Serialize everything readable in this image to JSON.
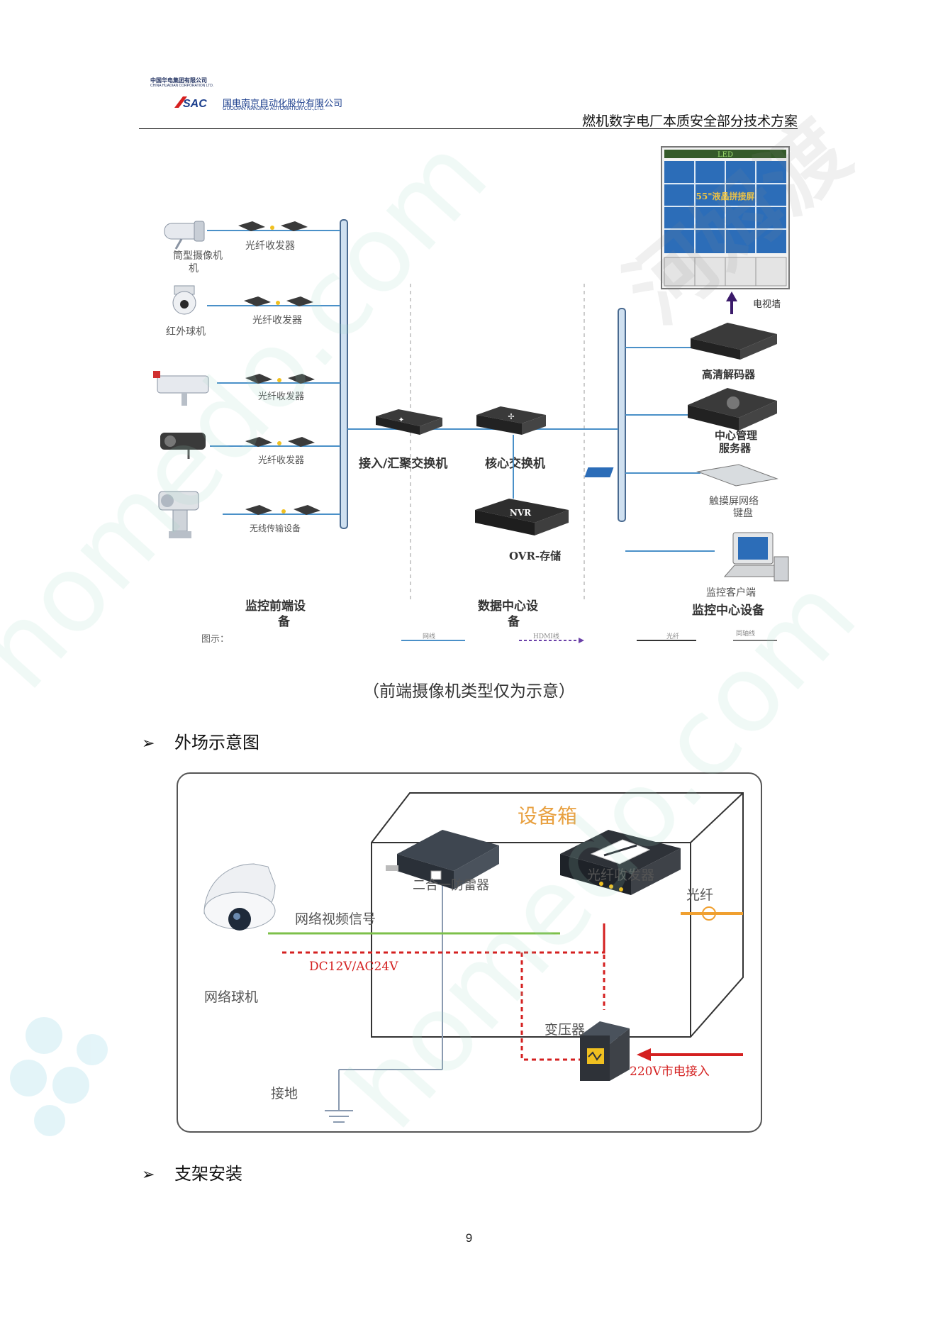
{
  "header": {
    "group_name": "中国华电集团有限公司",
    "group_name_en": "CHINA HUADIAN CORPORATION LTD.",
    "logo_text": "SAC",
    "company_name": "国电南京自动化股份有限公司",
    "company_name_en": "GUODIAN NANJING AUTOMATION CO.,LTD.",
    "doc_title": "燃机数字电厂本质安全部分技术方案"
  },
  "diagram1": {
    "cameras": [
      "筒型摄像机",
      "红外球机"
    ],
    "transceiver": "光纤收发器",
    "wireless": "无线传输设备",
    "access_switch": "接入/汇聚交换机",
    "core_switch": "核心交换机",
    "nvr_badge": "NVR",
    "nvr_label": "OVR-存储",
    "led": "LED",
    "video_wall_screen": "55\"液晶拼接屏",
    "tv_wall": "电视墙",
    "hd_decoder": "高清解码器",
    "center_server": "中心管理服务器",
    "touch_keyboard": "触摸屏网络键盘",
    "client": "监控客户端",
    "front_end": "监控前端设备",
    "data_center": "数据中心设备",
    "monitor_center": "监控中心设备",
    "legend_title": "图示：",
    "legend_items": [
      "网线",
      "HDMI线",
      "光纤",
      "同轴线"
    ]
  },
  "caption": "（前端摄像机类型仅为示意）",
  "section1": "外场示意图",
  "diagram2": {
    "box": "设备箱",
    "surge": "二合一防雷器",
    "transceiver": "光纤收发器",
    "fiber": "光纤",
    "video_signal": "网络视频信号",
    "power": "DC12V/AC24V",
    "dome": "网络球机",
    "transformer": "变压器",
    "mains": "220V市电接入",
    "ground": "接地"
  },
  "section2": "支架安装",
  "page_number": "9",
  "colors": {
    "line": "#4a90c8",
    "device": "#3a3a3a",
    "red": "#d42020",
    "green": "#7dc04a",
    "orange": "#f0a030",
    "box_title": "#e8a040"
  }
}
